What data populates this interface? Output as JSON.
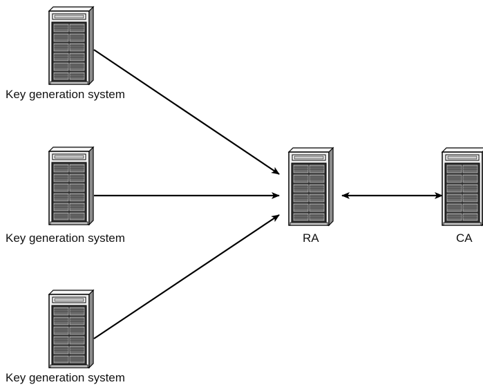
{
  "colors": {
    "line": "#000000",
    "rack_dark": "#3a3a3a",
    "rack_light": "#e6e6e6",
    "rack_mid": "#9a9a9a",
    "background": "#ffffff"
  },
  "nodes": {
    "keygen_1": {
      "label": "Key generation system",
      "icon": "server-rack-icon"
    },
    "keygen_2": {
      "label": "Key generation system",
      "icon": "server-rack-icon"
    },
    "keygen_3": {
      "label": "Key generation system",
      "icon": "server-rack-icon"
    },
    "ra": {
      "label": "RA",
      "icon": "server-rack-icon"
    },
    "ca": {
      "label": "CA",
      "icon": "server-rack-icon"
    }
  },
  "connections": [
    {
      "from": "keygen_1",
      "to": "ra",
      "direction": "to"
    },
    {
      "from": "keygen_2",
      "to": "ra",
      "direction": "to"
    },
    {
      "from": "keygen_3",
      "to": "ra",
      "direction": "to"
    },
    {
      "from": "ra",
      "to": "ca",
      "direction": "both"
    }
  ]
}
